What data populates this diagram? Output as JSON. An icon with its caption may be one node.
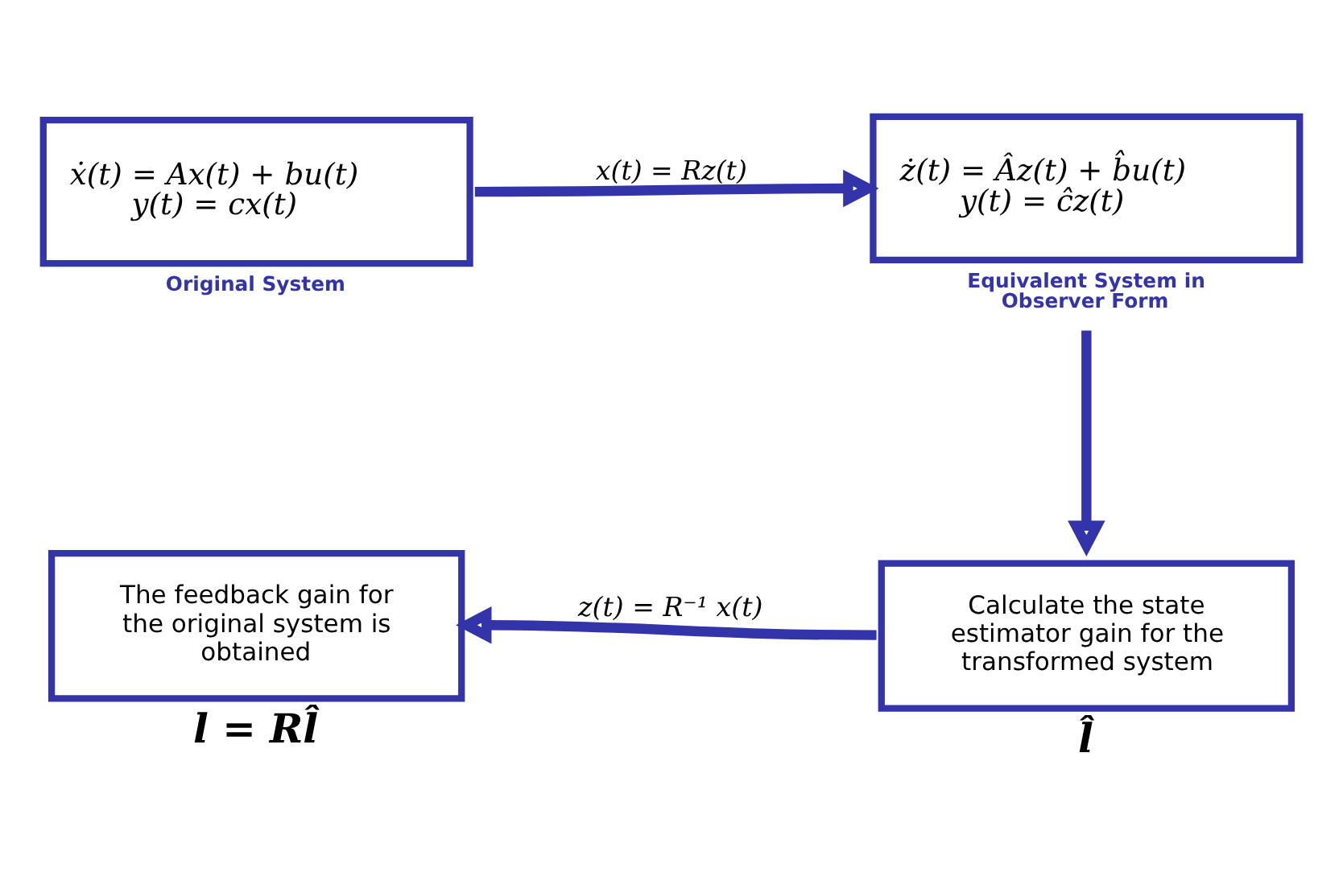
{
  "diagram": {
    "nodes": [
      {
        "text": [
          "ẋ(t) = Ax(t) + bu(t)",
          "y(t) = cx(t)"
        ],
        "beside": [
          "Original System"
        ]
      },
      {
        "text": [
          "ż(t) = Âz(t) + b̂u(t)",
          "y(t) = ĉz(t)"
        ],
        "beside": [
          "Equivalent System in Observer Form"
        ]
      },
      {
        "text": [
          "Calculate the state estimator gain for the transformed system"
        ],
        "beside": [
          "l̂"
        ]
      },
      {
        "text": [
          "The feedback gain for the original system is obtained"
        ],
        "beside": [
          "l = Rl̂"
        ]
      }
    ],
    "edges": [
      {
        "from": 0,
        "to": 1,
        "arrow": "to",
        "label": "x(t) = Rz(t)"
      },
      {
        "from": 1,
        "to": 2,
        "arrow": "to"
      },
      {
        "from": 2,
        "to": 3,
        "arrow": "to",
        "label": "z(t) = R⁻¹ x(t)"
      }
    ]
  }
}
